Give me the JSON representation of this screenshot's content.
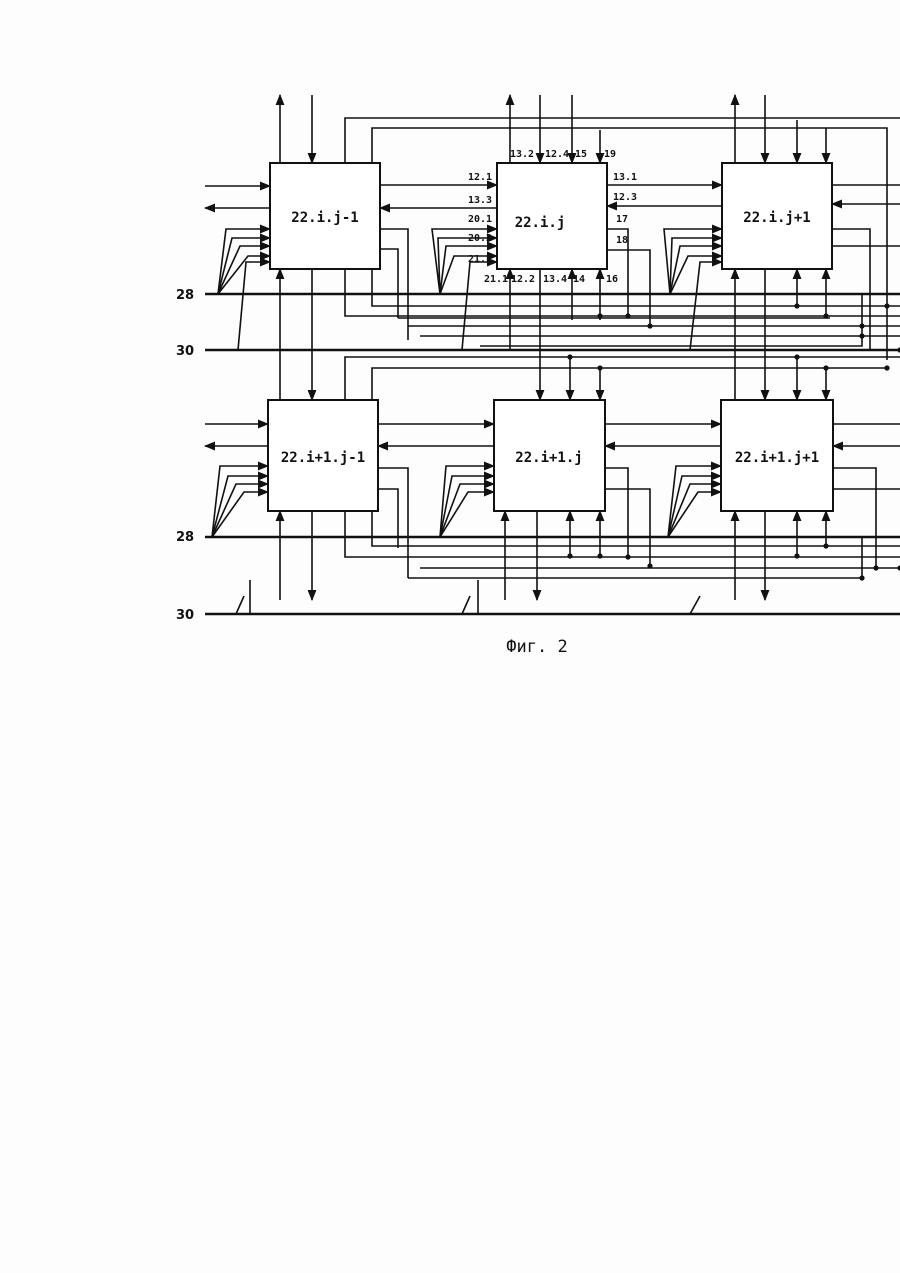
{
  "diagram": {
    "caption": "Фиг. 2",
    "blocks": [
      {
        "id": "b00",
        "label": "22.i.j-1"
      },
      {
        "id": "b01",
        "label": "22.i.j"
      },
      {
        "id": "b02",
        "label": "22.i.j+1"
      },
      {
        "id": "b10",
        "label": "22.i+1.j-1"
      },
      {
        "id": "b11",
        "label": "22.i+1.j"
      },
      {
        "id": "b12",
        "label": "22.i+1.j+1"
      }
    ],
    "bus_labels": {
      "row1_bus_a": "28",
      "row1_bus_b": "30",
      "row2_bus_a": "28",
      "row2_bus_b": "30"
    },
    "pins": {
      "top": [
        "13.2",
        "12.4",
        "15",
        "19"
      ],
      "left": [
        "12.1",
        "13.3",
        "20.1",
        "20.2",
        "21.k"
      ],
      "right": [
        "13.1",
        "12.3",
        "17",
        "18"
      ],
      "bottom": [
        "21.1",
        "12.2",
        "13.4",
        "14",
        "16"
      ]
    }
  }
}
